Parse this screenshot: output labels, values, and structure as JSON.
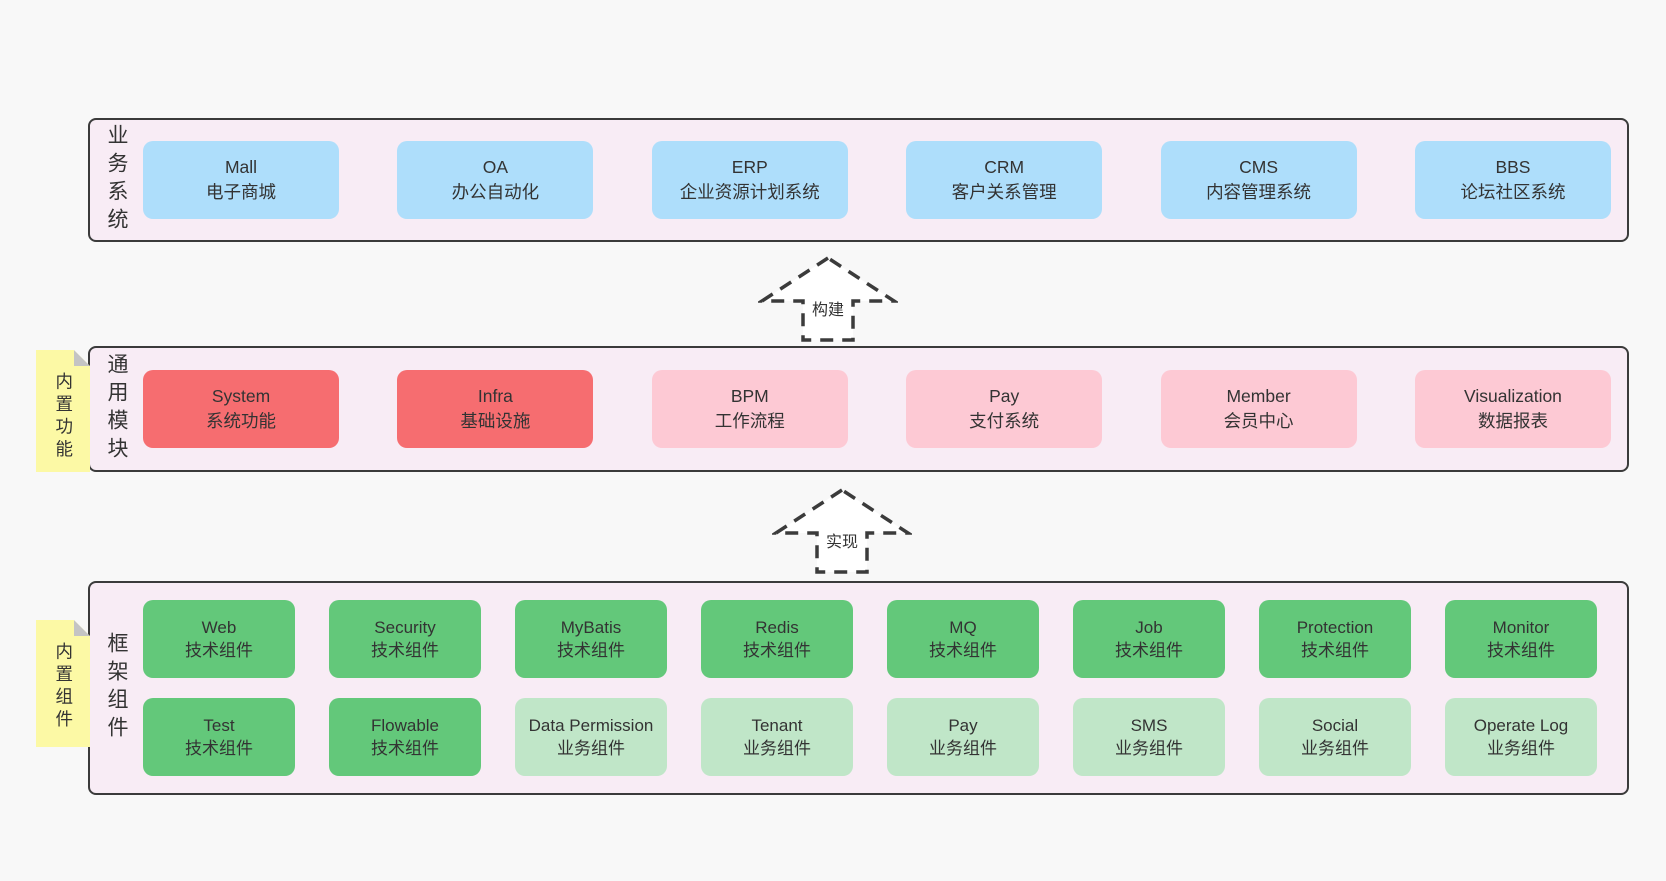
{
  "colors": {
    "page_bg": "#f8f8f8",
    "band_bg": "#f8ecf5",
    "band_border": "#3b3b3b",
    "box_blue": "#aedefb",
    "box_red": "#f66d70",
    "box_pink": "#fdc9d4",
    "box_green": "#63c87a",
    "box_green_light": "#c0e6c8",
    "note_yellow": "#fcf9a5",
    "text": "#333333"
  },
  "bands": [
    {
      "id": "business-systems",
      "label": "业务系统",
      "boxes": [
        {
          "title": "Mall",
          "subtitle": "电子商城",
          "variant": "blue"
        },
        {
          "title": "OA",
          "subtitle": "办公自动化",
          "variant": "blue"
        },
        {
          "title": "ERP",
          "subtitle": "企业资源计划系统",
          "variant": "blue"
        },
        {
          "title": "CRM",
          "subtitle": "客户关系管理",
          "variant": "blue"
        },
        {
          "title": "CMS",
          "subtitle": "内容管理系统",
          "variant": "blue"
        },
        {
          "title": "BBS",
          "subtitle": "论坛社区系统",
          "variant": "blue"
        }
      ]
    },
    {
      "id": "common-modules",
      "label": "通用模块",
      "note": "内置功能",
      "boxes": [
        {
          "title": "System",
          "subtitle": "系统功能",
          "variant": "red"
        },
        {
          "title": "Infra",
          "subtitle": "基础设施",
          "variant": "red"
        },
        {
          "title": "BPM",
          "subtitle": "工作流程",
          "variant": "pink"
        },
        {
          "title": "Pay",
          "subtitle": "支付系统",
          "variant": "pink"
        },
        {
          "title": "Member",
          "subtitle": "会员中心",
          "variant": "pink"
        },
        {
          "title": "Visualization",
          "subtitle": "数据报表",
          "variant": "pink"
        }
      ]
    },
    {
      "id": "framework-components",
      "label": "框架组件",
      "note": "内置组件",
      "rows": [
        [
          {
            "title": "Web",
            "subtitle": "技术组件",
            "variant": "green"
          },
          {
            "title": "Security",
            "subtitle": "技术组件",
            "variant": "green"
          },
          {
            "title": "MyBatis",
            "subtitle": "技术组件",
            "variant": "green"
          },
          {
            "title": "Redis",
            "subtitle": "技术组件",
            "variant": "green"
          },
          {
            "title": "MQ",
            "subtitle": "技术组件",
            "variant": "green"
          },
          {
            "title": "Job",
            "subtitle": "技术组件",
            "variant": "green"
          },
          {
            "title": "Protection",
            "subtitle": "技术组件",
            "variant": "green"
          },
          {
            "title": "Monitor",
            "subtitle": "技术组件",
            "variant": "green"
          }
        ],
        [
          {
            "title": "Test",
            "subtitle": "技术组件",
            "variant": "green"
          },
          {
            "title": "Flowable",
            "subtitle": "技术组件",
            "variant": "green"
          },
          {
            "title": "Data Permission",
            "subtitle": "业务组件",
            "variant": "green-light"
          },
          {
            "title": "Tenant",
            "subtitle": "业务组件",
            "variant": "green-light"
          },
          {
            "title": "Pay",
            "subtitle": "业务组件",
            "variant": "green-light"
          },
          {
            "title": "SMS",
            "subtitle": "业务组件",
            "variant": "green-light"
          },
          {
            "title": "Social",
            "subtitle": "业务组件",
            "variant": "green-light"
          },
          {
            "title": "Operate Log",
            "subtitle": "业务组件",
            "variant": "green-light"
          }
        ]
      ]
    }
  ],
  "arrows": [
    {
      "label": "构建"
    },
    {
      "label": "实现"
    }
  ]
}
